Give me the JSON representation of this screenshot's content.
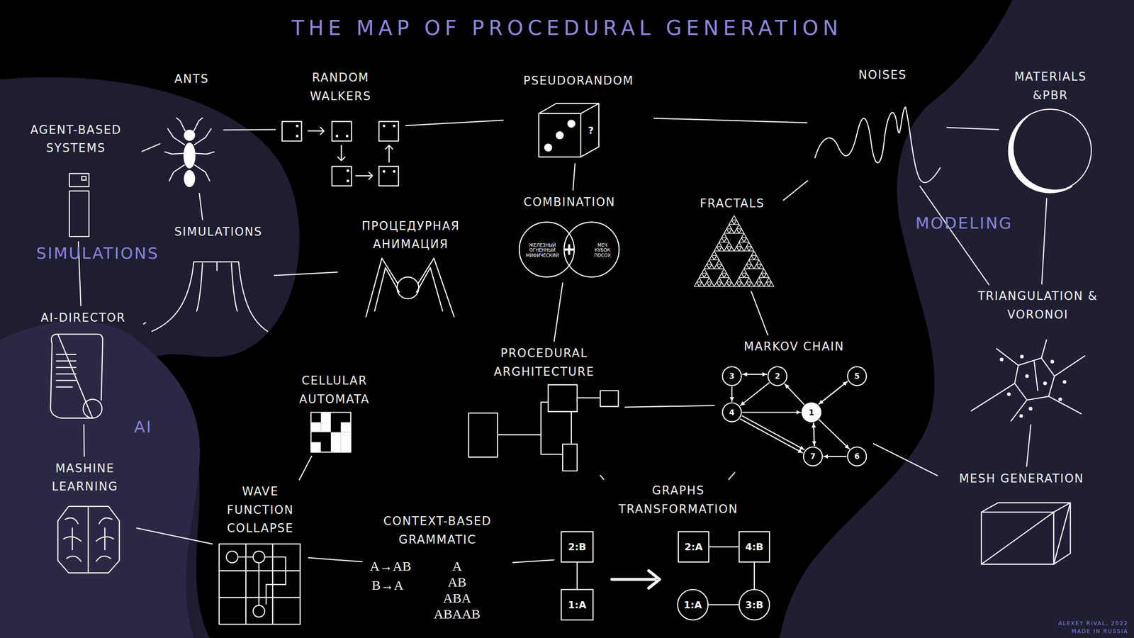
{
  "diagram": {
    "title": "THE MAP OF PROCEDURAL GENERATION",
    "nodes": [
      {
        "text": [
          "ANTS"
        ]
      },
      {
        "text": [
          "RANDOM WALKERS"
        ]
      },
      {
        "text": [
          "PSEUDORANDOM"
        ]
      },
      {
        "text": [
          "NOISES"
        ]
      },
      {
        "text": [
          "MATERIALS &PBR"
        ]
      },
      {
        "text": [
          "AGENT-BASED SYSTEMS"
        ]
      },
      {
        "text": [
          "COMBINATION"
        ]
      },
      {
        "text": [
          "FRACTALS"
        ]
      },
      {
        "text": [
          "SIMULATIONS"
        ]
      },
      {
        "text": [
          "ПРОЦЕДУРНАЯ АНИМАЦИЯ"
        ]
      },
      {
        "text": [
          "AI-DIRECTOR"
        ]
      },
      {
        "text": [
          "TRIANGULATION & VORONOI"
        ]
      },
      {
        "text": [
          "CELLULAR AUTOMATA"
        ]
      },
      {
        "text": [
          "PROCEDURAL ARGHITECTURE"
        ]
      },
      {
        "text": [
          "MARKOV CHAIN"
        ]
      },
      {
        "text": [
          "MASHINE LEARNING"
        ]
      },
      {
        "text": [
          "WAVE FUNCTION COLLAPSE"
        ]
      },
      {
        "text": [
          "CONTEXT-BASED GRAMMATIC"
        ]
      },
      {
        "text": [
          "GRAPHS TRANSFORMATION"
        ]
      },
      {
        "text": [
          "MESH GENERATION"
        ]
      }
    ],
    "edges": [
      {
        "from": 5,
        "to": 0,
        "arrow": "none"
      },
      {
        "from": 0,
        "to": 1,
        "arrow": "none"
      },
      {
        "from": 1,
        "to": 2,
        "arrow": "none"
      },
      {
        "from": 2,
        "to": 3,
        "arrow": "none"
      },
      {
        "from": 3,
        "to": 4,
        "arrow": "none"
      },
      {
        "from": 2,
        "to": 6,
        "arrow": "none"
      },
      {
        "from": 3,
        "to": 7,
        "arrow": "none"
      },
      {
        "from": 3,
        "to": 11,
        "arrow": "none"
      },
      {
        "from": 4,
        "to": 11,
        "arrow": "none"
      },
      {
        "from": 11,
        "to": 19,
        "arrow": "none"
      },
      {
        "from": 0,
        "to": 8,
        "arrow": "none"
      },
      {
        "from": 5,
        "to": 10,
        "arrow": "none"
      },
      {
        "from": 8,
        "to": 9,
        "arrow": "none"
      },
      {
        "from": 10,
        "to": 8,
        "arrow": "none"
      },
      {
        "from": 10,
        "to": 15,
        "arrow": "none"
      },
      {
        "from": 6,
        "to": 13,
        "arrow": "none"
      },
      {
        "from": 7,
        "to": 14,
        "arrow": "none"
      },
      {
        "from": 13,
        "to": 14,
        "arrow": "none"
      },
      {
        "from": 13,
        "to": 18,
        "arrow": "none"
      },
      {
        "from": 14,
        "to": 18,
        "arrow": "none"
      },
      {
        "from": 14,
        "to": 19,
        "arrow": "none"
      },
      {
        "from": 12,
        "to": 16,
        "arrow": "none"
      },
      {
        "from": 15,
        "to": 16,
        "arrow": "none"
      },
      {
        "from": 16,
        "to": 17,
        "arrow": "none"
      },
      {
        "from": 17,
        "to": 18,
        "arrow": "none"
      }
    ],
    "labels": [
      "SIMULATIONS",
      "AI",
      "MODELING",
      "?",
      "ЖЕЛЕЗНЫЙ ОГНЕННЫЙ МИФИЧЕСКИЙ",
      "МЕЧ КУБОК ПОСОХ",
      "3",
      "2",
      "5",
      "4",
      "1",
      "7",
      "6",
      "A→AB",
      "B→A",
      "A",
      "AB",
      "ABA",
      "ABAAB",
      "2:B",
      "1:A",
      "2:A",
      "4:B",
      "1:A",
      "3:B",
      "ALEXEY RIVAL, 2022",
      "MADE IN RUSSIA"
    ]
  }
}
